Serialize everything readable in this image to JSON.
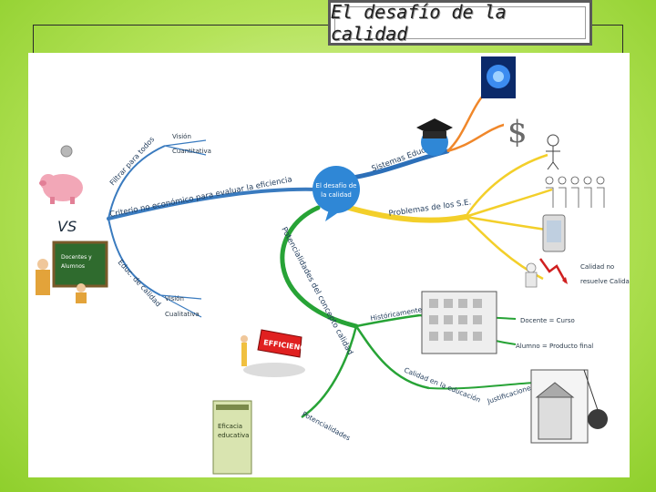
{
  "title": "El desafío de la calidad",
  "center_node": {
    "line1": "El desafío de",
    "line2": "la calidad"
  },
  "vs_label": "VS",
  "branches": {
    "filtering": "Filtrar para todos",
    "criteria": "Criterio no económico para evaluar la eficiencia",
    "education_quality": "Educ. de calidad",
    "systems": "Sistemas Educativos",
    "problems": "Problemas de los S.E.",
    "potentialities": "Potencialidades del concepto calidad",
    "historical": "Históricamente",
    "quality_education": "Calidad en la educación",
    "justifications": "Justificaciones",
    "potentials": "Potencialidades"
  },
  "leaves": {
    "vision_top": "Visión",
    "quantitative": "Cuantitativa",
    "vision_bottom": "Visión",
    "qualitative": "Cualitativa",
    "teacher_course": "Docente = Curso",
    "student_product": "Alumno = Producto final",
    "quality_no_results_1": "Calidad no",
    "quality_no_results_2": "resuelve Calidad"
  },
  "chalkboard_text": {
    "line1": "Docentes y",
    "line2": "Alumnos"
  },
  "book_text": {
    "line1": "Eficacia",
    "line2": "educativa"
  },
  "efficiency_sign": "EFFICIENCY",
  "colors": {
    "background": "#a9dc4c",
    "center_node": "#2f87d6",
    "blue_branch": "#2c6fb8",
    "green_branch": "#27a336",
    "orange_branch": "#f0872a",
    "yellow_branch": "#f3cf2a"
  }
}
